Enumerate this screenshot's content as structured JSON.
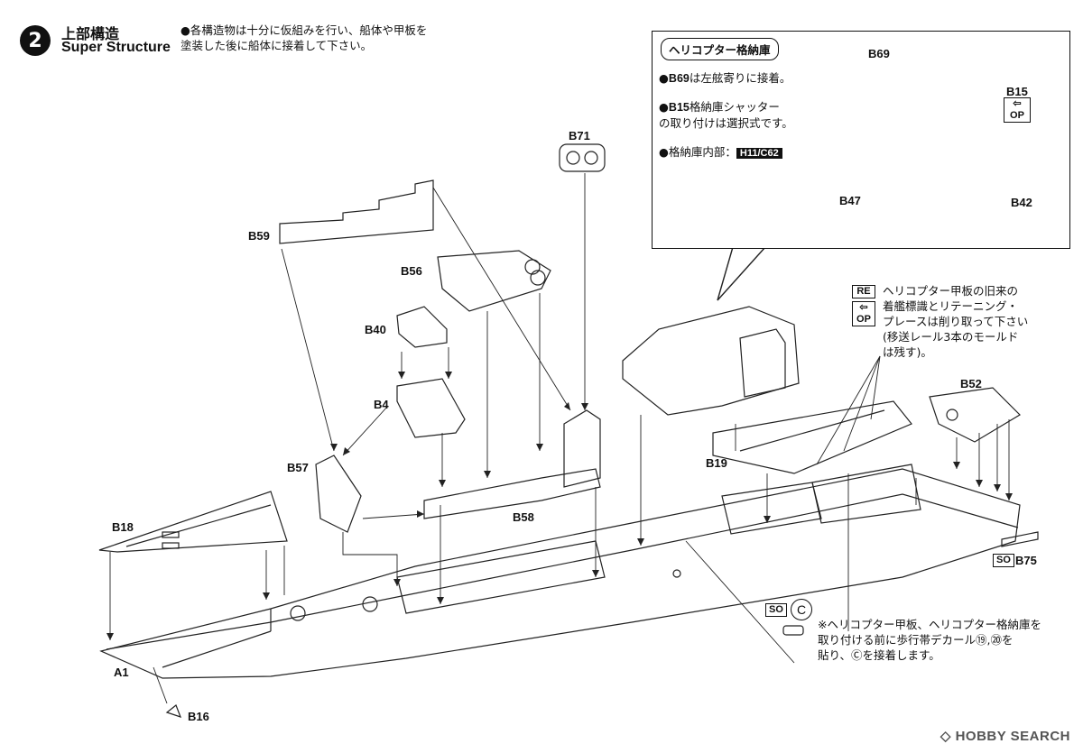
{
  "step": {
    "number": "2",
    "title_jp": "上部構造",
    "title_en": "Super Structure",
    "instruction": "●各構造物は十分に仮組みを行い、船体や甲板を\n塗装した後に船体に接着して下さい。"
  },
  "inset": {
    "title": "ヘリコプター格納庫",
    "note1_label": "B69",
    "note1_text": "は左舷寄りに接着。",
    "note2_label": "B15",
    "note2_text": "格納庫シャッター\nの取り付けは選択式です。",
    "note3_text": "●格納庫内部：",
    "note3_tag": "H11/C62"
  },
  "heli_note": "ヘリコプター甲板の旧来の\n着艦標識とリテーニング・\nプレースは削り取って下さい\n(移送レール3本のモールド\nは残す)。",
  "decal_note": "※ヘリコプター甲板、ヘリコプター格納庫を\n取り付ける前に歩行帯デカール⑲,⑳を\n貼り、Ⓒを接着します。",
  "badges": {
    "re": "RE",
    "op": "OP",
    "so": "SO",
    "c": "C"
  },
  "part_labels": {
    "B71": "B71",
    "B59": "B59",
    "B56": "B56",
    "B40": "B40",
    "B4": "B4",
    "B57": "B57",
    "B58": "B58",
    "B18": "B18",
    "A1": "A1",
    "B16": "B16",
    "B19": "B19",
    "B52": "B52",
    "B75": "B75",
    "B69": "B69",
    "B15": "B15",
    "B47": "B47",
    "B42": "B42"
  },
  "watermark": "HOBBY SEARCH"
}
